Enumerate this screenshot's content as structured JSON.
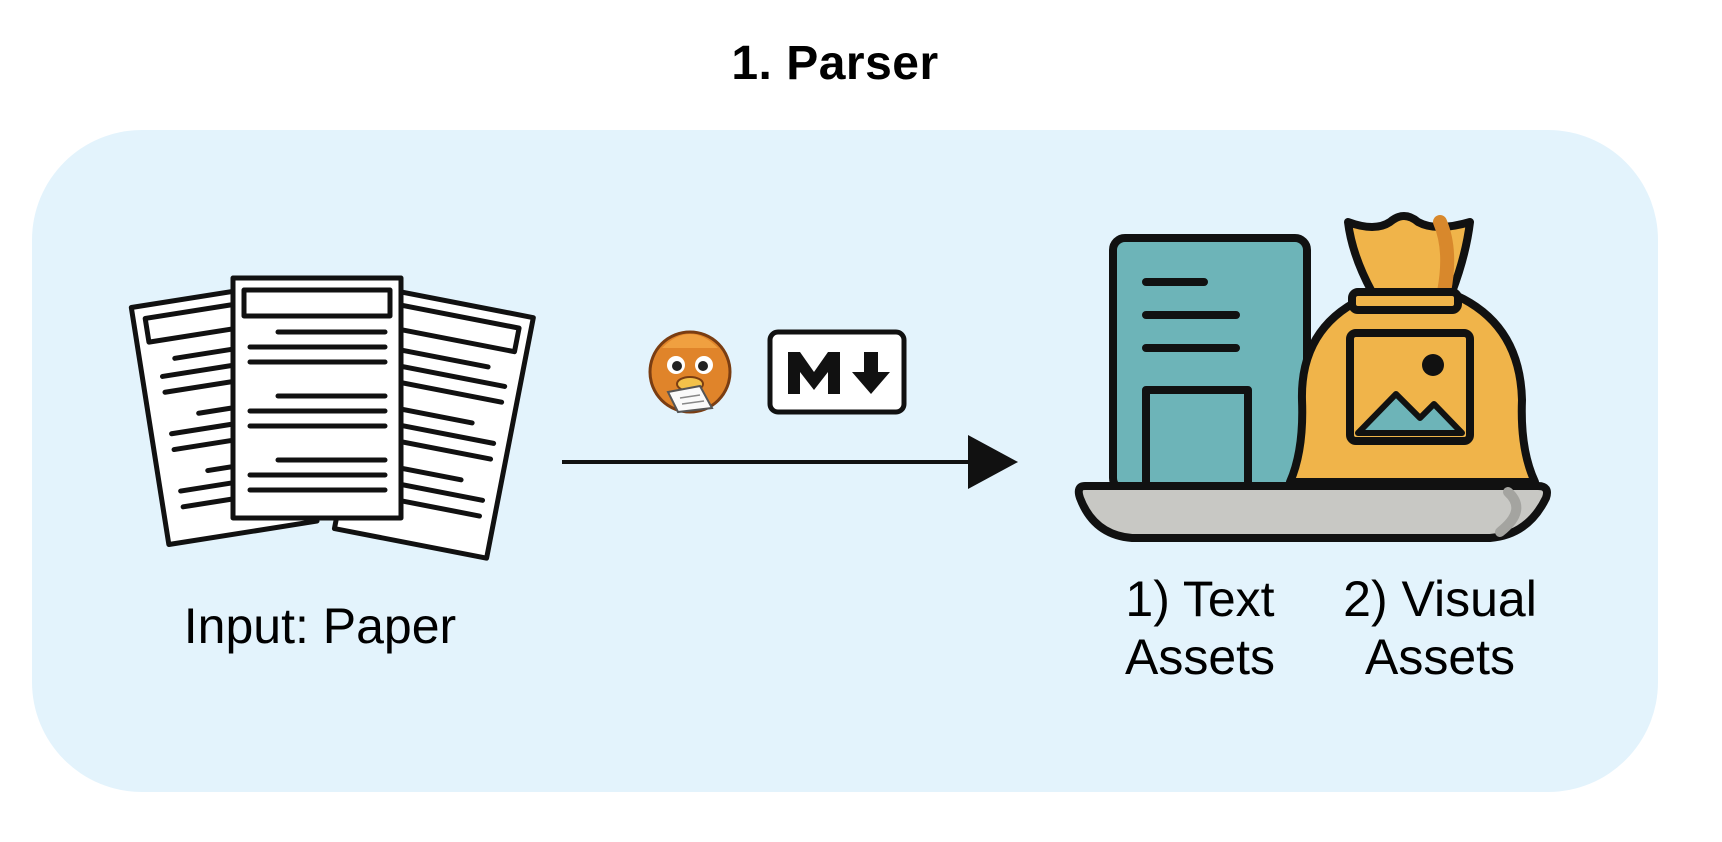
{
  "title": "1. Parser",
  "input_label": "Input: Paper",
  "output_labels": {
    "text_assets": [
      "1) Text",
      "Assets"
    ],
    "visual_assets": [
      "2) Visual",
      "Assets"
    ]
  },
  "icons": {
    "input": "papers-icon",
    "tool_mascot": "duck-mascot-icon",
    "tool_format": "markdown-icon",
    "text_output": "text-document-icon",
    "visual_output": "image-bag-icon",
    "tray": "tray-icon"
  },
  "colors": {
    "panel_background": "#e3f3fc",
    "text_asset_teal": "#6db4b8",
    "visual_asset_gold": "#f0b44a",
    "tray_gray": "#c8c8c4"
  }
}
